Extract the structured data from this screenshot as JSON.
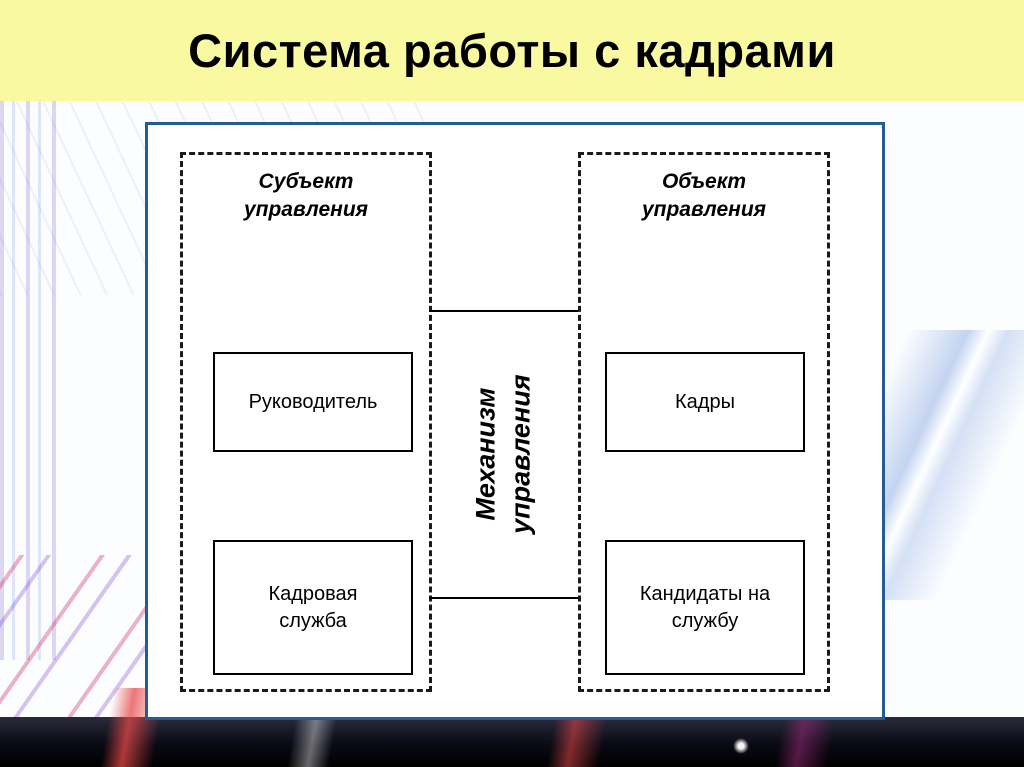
{
  "slide": {
    "title": "Система работы с кадрами"
  },
  "diagram": {
    "subject_group": {
      "label": "Субъект управления",
      "boxes": [
        {
          "label": "Руководитель"
        },
        {
          "label": "Кадровая служба"
        }
      ]
    },
    "object_group": {
      "label": "Объект управления",
      "boxes": [
        {
          "label": "Кадры"
        },
        {
          "label": "Кандидаты на службу"
        }
      ]
    },
    "mechanism": {
      "line1": "Механизм",
      "line2": "управления"
    }
  },
  "colors": {
    "title_band": "#f8f9a0",
    "title_text": "#000000",
    "frame_border": "#255c92",
    "box_border": "#000000",
    "dashed_border": "#1a1a1a",
    "footer_band": "#0a0a14"
  }
}
